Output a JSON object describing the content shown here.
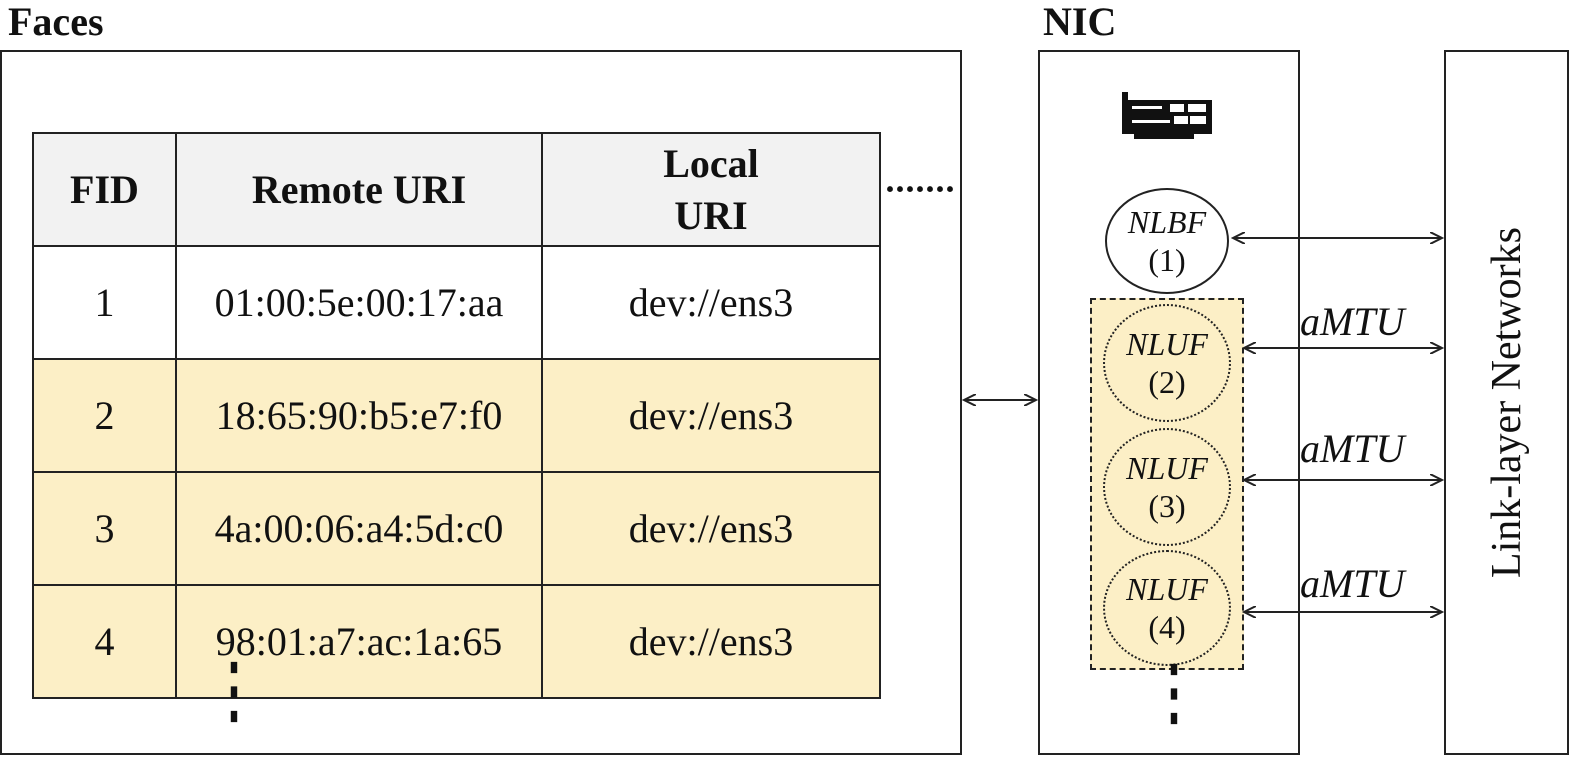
{
  "faces": {
    "title": "Faces",
    "table": {
      "headers": [
        "FID",
        "Remote URI",
        "Local URI"
      ],
      "rows": [
        {
          "fid": "1",
          "remote": "01:00:5e:00:17:aa",
          "local": "dev://ens3",
          "highlighted": false
        },
        {
          "fid": "2",
          "remote": "18:65:90:b5:e7:f0",
          "local": "dev://ens3",
          "highlighted": true
        },
        {
          "fid": "3",
          "remote": "4a:00:06:a4:5d:c0",
          "local": "dev://ens3",
          "highlighted": true
        },
        {
          "fid": "4",
          "remote": "98:01:a7:ac:1a:65",
          "local": "dev://ens3",
          "highlighted": true
        }
      ]
    },
    "ellipsis_right": "·······",
    "ellipsis_below": "⋮"
  },
  "nic": {
    "title": "NIC",
    "icon": "network-card-icon",
    "ports": [
      {
        "name": "NLBF",
        "id": "(1)"
      },
      {
        "name": "NLUF",
        "id": "(2)"
      },
      {
        "name": "NLUF",
        "id": "(3)"
      },
      {
        "name": "NLUF",
        "id": "(4)"
      }
    ]
  },
  "links": {
    "labels": [
      "aMTU",
      "aMTU",
      "aMTU"
    ]
  },
  "network": {
    "label": "Link-layer Networks"
  },
  "colors": {
    "highlight": "#fcefc6",
    "header_bg": "#f2f2f2",
    "line": "#222222"
  }
}
